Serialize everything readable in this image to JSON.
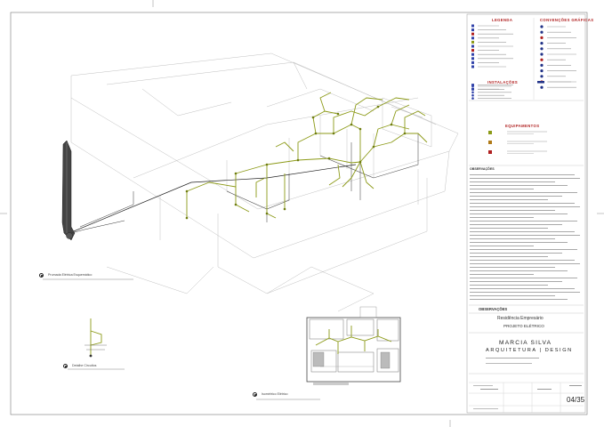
{
  "views": {
    "vertical_view_label": "Prumada Elétrica Esquemático",
    "circuit_detail_label": "Detalhe Circuitos",
    "isometric_label": "Isométrico Elétrico"
  },
  "legend": {
    "title": "LEGENDA",
    "conventions_title": "CONVENÇÕES GRÁFICAS",
    "installations_title": "INSTALAÇÕES",
    "appliances_title": "EQUIPAMENTOS"
  },
  "notes": {
    "title": "OBSERVAÇÕES"
  },
  "title_block": {
    "observations": "OBSERVAÇÕES",
    "project_name": "Residência Empresário",
    "project_type": "PROJETO ELÉTRICO",
    "designer_name": "MARCIA SILVA",
    "designer_subtitle": "ARQUITETURA | DESIGN",
    "sheet_number": "04/35"
  },
  "colors": {
    "conduit": "#8c9a17",
    "linework": "#333333",
    "faint": "#b5b5b5",
    "accent_red": "#b02020"
  }
}
